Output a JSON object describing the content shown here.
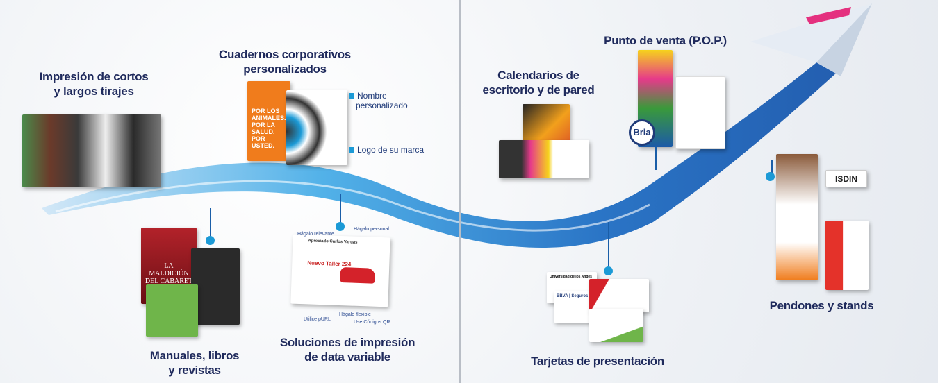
{
  "sections": {
    "cortos": "Impresión de cortos y largos tirajes",
    "cortos_l1": "Impresión de cortos",
    "cortos_l2": "y largos tirajes",
    "cuadernos_l1": "Cuadernos corporativos",
    "cuadernos_l2": "personalizados",
    "manuales_l1": "Manuales, libros",
    "manuales_l2": "y revistas",
    "data_l1": "Soluciones de impresión",
    "data_l2": "de data variable",
    "calendarios_l1": "Calendarios de",
    "calendarios_l2": "escritorio y de pared",
    "pop": "Punto de venta (P.O.P.)",
    "tarjetas": "Tarjetas de presentación",
    "pendones": "Pendones y stands"
  },
  "callouts": {
    "nombre_l1": "Nombre",
    "nombre_l2": "personalizado",
    "logo": "Logo de su marca",
    "relevante": "Hágalo relevante",
    "personal": "Hágalo personal",
    "purl": "Utilice pURL",
    "flexible": "Hágalo flexible",
    "qr": "Use Códigos QR"
  },
  "product_text": {
    "notebook": "POR LOS ANIMALES. POR LA SALUD. POR USTED.",
    "book": "LA MALDICIÓN DEL CABARET",
    "dm_name": "Apreciado Carlos Vargas",
    "dm_taller": "Nuevo Taller 224",
    "bria": "Bria",
    "isdin": "ISDIN",
    "bbva": "BBVA | Seguros",
    "andes": "Universidad de los Andes"
  },
  "colors": {
    "navy": "#1f2a5c",
    "accent": "#1c9ad6",
    "wave": "#1a6fc4"
  }
}
